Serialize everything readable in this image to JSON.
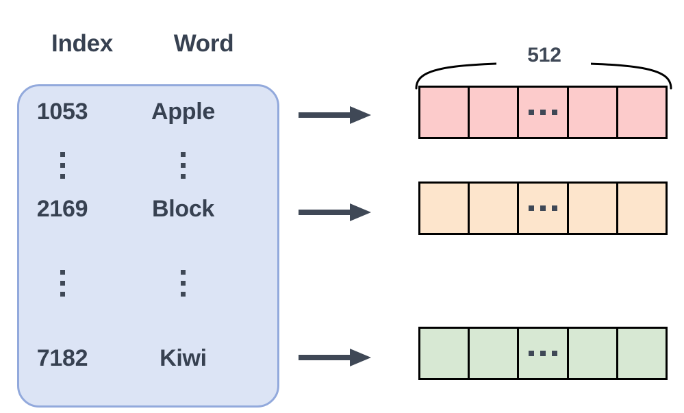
{
  "table": {
    "headers": {
      "index": "Index",
      "word": "Word"
    },
    "rows": [
      {
        "kind": "entry",
        "index": "1053",
        "word": "Apple"
      },
      {
        "kind": "ellipsis",
        "index": "",
        "word": ""
      },
      {
        "kind": "entry",
        "index": "2169",
        "word": "Block"
      },
      {
        "kind": "ellipsis",
        "index": "",
        "word": ""
      },
      {
        "kind": "entry",
        "index": "7182",
        "word": "Kiwi"
      }
    ]
  },
  "vectors": [
    {
      "label": "apple-embedding",
      "color": "#fccbcb",
      "cells": 5,
      "ellipsis_cell": 2
    },
    {
      "label": "block-embedding",
      "color": "#fde5cc",
      "cells": 5,
      "ellipsis_cell": 2
    },
    {
      "label": "kiwi-embedding",
      "color": "#d7e8d3",
      "cells": 5,
      "ellipsis_cell": 2
    }
  ],
  "dimension": {
    "size_label": "512"
  },
  "arrows": [
    {
      "name": "arrow-apple"
    },
    {
      "name": "arrow-block"
    },
    {
      "name": "arrow-kiwi"
    }
  ],
  "colors": {
    "table_fill": "#dce4f5",
    "table_border": "#92a9dc",
    "text": "#374151",
    "stroke": "#3f4856",
    "cell_border": "#000000",
    "background": "#ffffff"
  }
}
